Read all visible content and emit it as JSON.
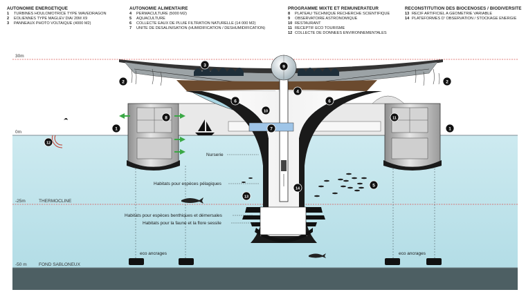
{
  "legend": [
    {
      "title": "AUTONOMIE ENERGETIQUE",
      "items": [
        {
          "num": "1",
          "text": "TURBINES HOULOMOTRICE TYPE WAVEDRAGON"
        },
        {
          "num": "2",
          "text": "EOLIENNES TYPE MAGLEV DIA/ 20M X9"
        },
        {
          "num": "3",
          "text": "PANNEAUX PHOTO VOLTAIQUE (4000 M2)"
        }
      ]
    },
    {
      "title": "AUTONOMIE ALIMENTAIRE",
      "items": [
        {
          "num": "4",
          "text": "PERMACULTURE (5000 M2)"
        },
        {
          "num": "5",
          "text": "AQUACULTURE"
        },
        {
          "num": "6",
          "text": "COLLECTE EAUX DE PLUIE FILTRATION NATURELLE (14 000 M2)"
        },
        {
          "num": "7",
          "text": "UNITE DE DESALINISATION (HUMIDIFICATION / DESHUMIDIFICATION)"
        }
      ]
    },
    {
      "title": "PROGRAMME MIXTE ET REMUNERATEUR",
      "items": [
        {
          "num": "8",
          "text": "PLATEAU TECHNIQUE RECHERCHE SCIENTIFIQUE"
        },
        {
          "num": "9",
          "text": "OBSERVATOIRE ASTRONOMIQUE"
        },
        {
          "num": "10",
          "text": "RESTAURANT"
        },
        {
          "num": "11",
          "text": "RECEPTIF ECO TOURISME"
        },
        {
          "num": "12",
          "text": "COLLECTE DE DONNEES ENVIRONNEMENTALES"
        }
      ]
    },
    {
      "title": "RECONSTITUTION DES BIOCENOSES / BIODIVERSITE",
      "items": [
        {
          "num": "13",
          "text": "RECIF ARTIFICIEL A GEOMETRIE VARIABLE"
        },
        {
          "num": "14",
          "text": "PLATEFORMES D' OBSERVATION / STOCKAGE ENERGIE"
        }
      ]
    }
  ],
  "levels": {
    "top": "30m",
    "surface": "0m",
    "thermo_depth": "-25m",
    "thermo_name": "THERMOCLINE",
    "floor_depth": "-50 m",
    "floor_name": "FOND SABLONEUX"
  },
  "zones": {
    "nurserie": "Nurserie",
    "pelagic": "Habitats pour espèces pélagiques",
    "benthic": "Habitats pour espèces benthiques et démersales",
    "fauna": "Habitats pour la faune et la flore sessile",
    "anchor_left": "eco ancrages",
    "anchor_right": "eco ancrages"
  },
  "callouts": [
    "1",
    "2",
    "3",
    "4",
    "5",
    "6",
    "7",
    "8",
    "9",
    "10",
    "11",
    "12",
    "13",
    "14"
  ],
  "colors": {
    "water": "#bfe4ea",
    "sea_floor": "#4d5f63",
    "sky_line": "#d9534f",
    "hull": "#c9c9c9",
    "soil": "#6b4a2e",
    "basin": "#aad6e3",
    "arrow": "#3aa845"
  }
}
